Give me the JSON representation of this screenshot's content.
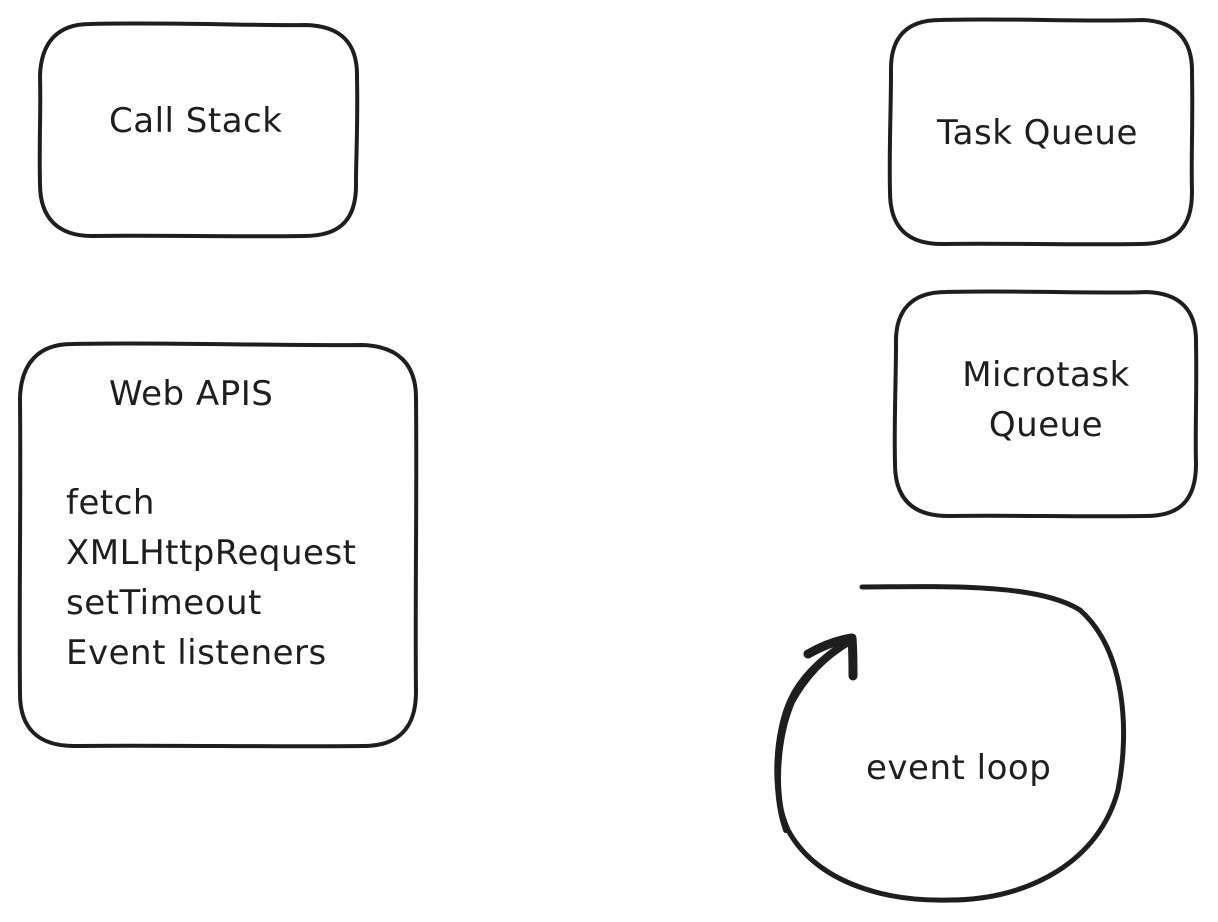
{
  "diagram": {
    "call_stack": {
      "label": "Call Stack"
    },
    "task_queue": {
      "label": "Task Queue"
    },
    "microtask_queue": {
      "line1": "Microtask",
      "line2": "Queue"
    },
    "web_apis": {
      "title": "Web APIS",
      "items": [
        "fetch",
        "XMLHttpRequest",
        "setTimeout",
        "Event listeners"
      ]
    },
    "event_loop": {
      "label": "event loop"
    }
  },
  "colors": {
    "stroke": "#1e1e1e",
    "background": "#ffffff"
  }
}
